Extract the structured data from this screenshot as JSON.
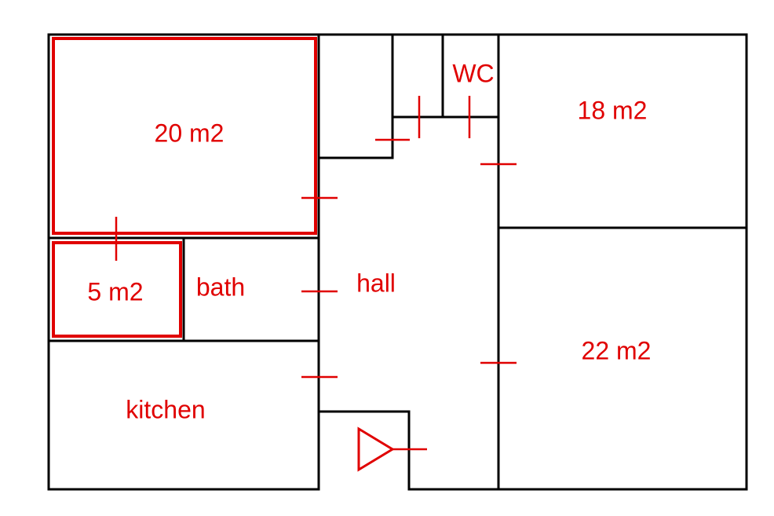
{
  "colors": {
    "walls": "#000000",
    "accent": "#e00000"
  },
  "rooms": {
    "room_20": "20 m2",
    "room_5": "5 m2",
    "bath": "bath",
    "hall": "hall",
    "wc": "WC",
    "room_18": "18 m2",
    "room_22": "22 m2",
    "kitchen": "kitchen"
  },
  "highlighted_rooms": [
    "20 m2",
    "5 m2"
  ],
  "entrance_icon": "triangle-entrance-icon"
}
